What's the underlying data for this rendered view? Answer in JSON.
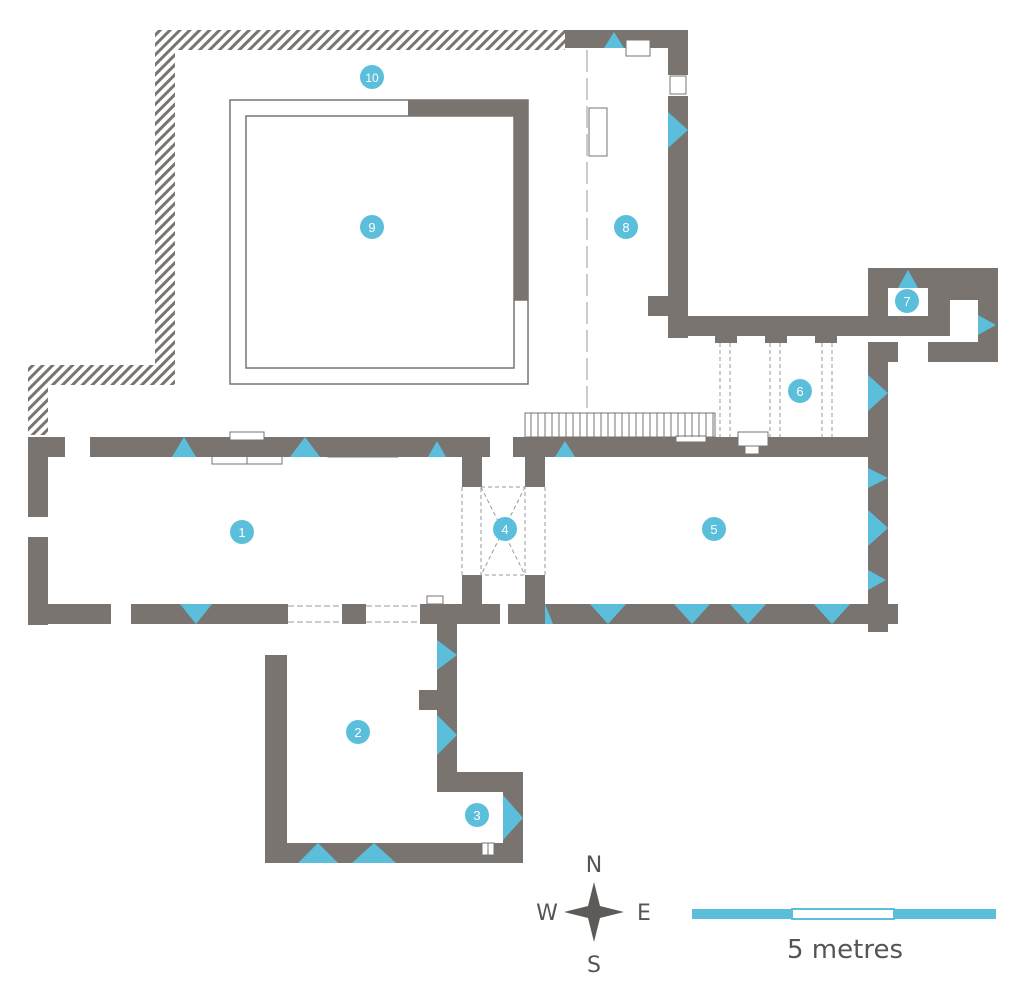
{
  "colors": {
    "wall": "#7a7471",
    "accent": "#5bbfdc",
    "hatch": "#7a7471",
    "thin_line": "#9a9a9a"
  },
  "rooms": [
    {
      "id": "1",
      "label": "1"
    },
    {
      "id": "2",
      "label": "2"
    },
    {
      "id": "3",
      "label": "3"
    },
    {
      "id": "4",
      "label": "4"
    },
    {
      "id": "5",
      "label": "5"
    },
    {
      "id": "6",
      "label": "6"
    },
    {
      "id": "7",
      "label": "7"
    },
    {
      "id": "8",
      "label": "8"
    },
    {
      "id": "9",
      "label": "9"
    },
    {
      "id": "10",
      "label": "10"
    }
  ],
  "compass": {
    "north": "N",
    "south": "S",
    "east": "E",
    "west": "W",
    "icon": "compass-rose-icon"
  },
  "scale_bar": {
    "label": "5 metres"
  }
}
